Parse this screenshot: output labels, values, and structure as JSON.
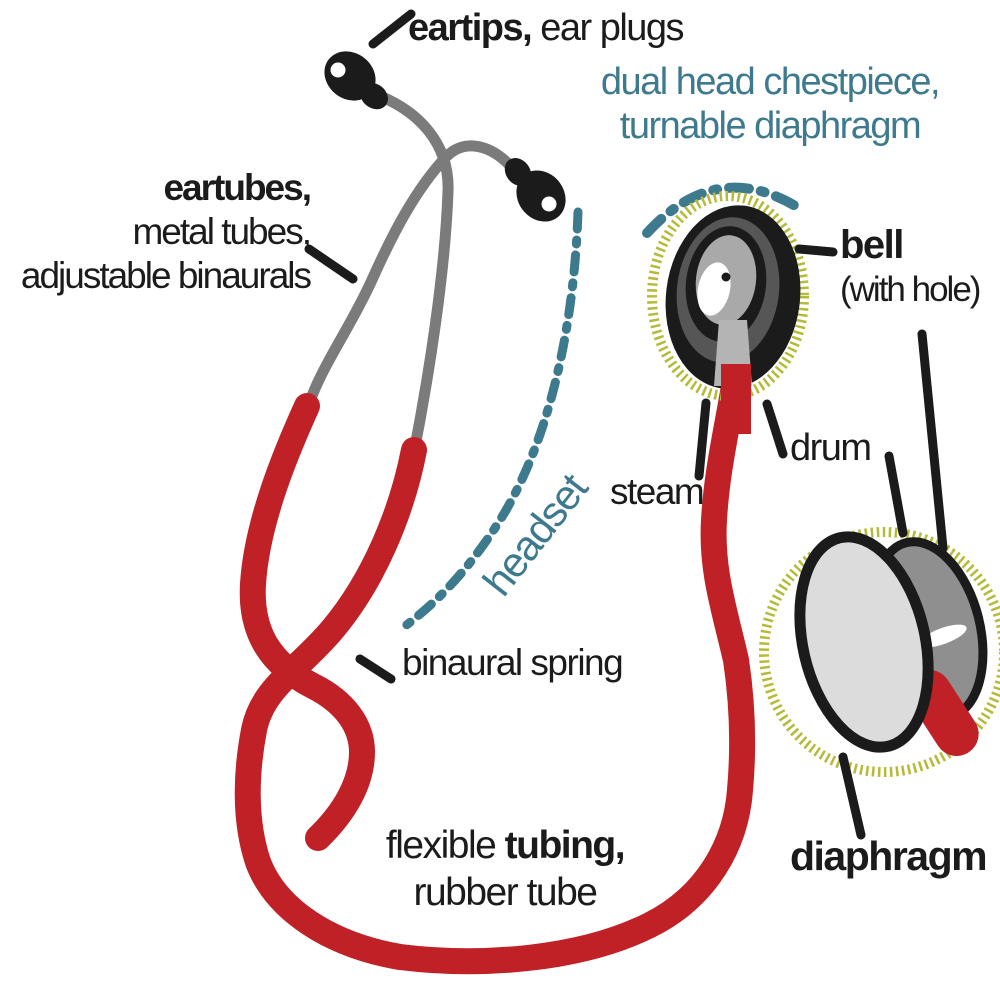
{
  "colors": {
    "red": "#bf2127",
    "teal": "#3e7a8e",
    "olive": "#b6ba39",
    "ink": "#1b1b1b",
    "tube_gray": "#7b7b7b",
    "stem_gray": "#b4b4b4",
    "ring_dark_gray": "#565656",
    "inner_gray": "#a9a9a9",
    "disc_gray": "#dcdcdc",
    "body_gray": "#8f8f8f"
  },
  "labels": {
    "eartips": {
      "bold": "eartips,",
      "rest": " ear plugs"
    },
    "chestpiece": {
      "line1": "dual head chestpiece,",
      "line2": "turnable diaphragm"
    },
    "eartubes": {
      "line1": "eartubes,",
      "line2": "metal tubes,",
      "line3": "adjustable binaurals"
    },
    "bell": {
      "bold": "bell",
      "rest": "(with hole)"
    },
    "drum": "drum",
    "steam": "steam",
    "headset": "headset",
    "binaural_spring": "binaural spring",
    "tubing": {
      "pre": "flexible ",
      "bold": "tubing,",
      "line2": "rubber tube"
    },
    "diaphragm": "diaphragm"
  }
}
